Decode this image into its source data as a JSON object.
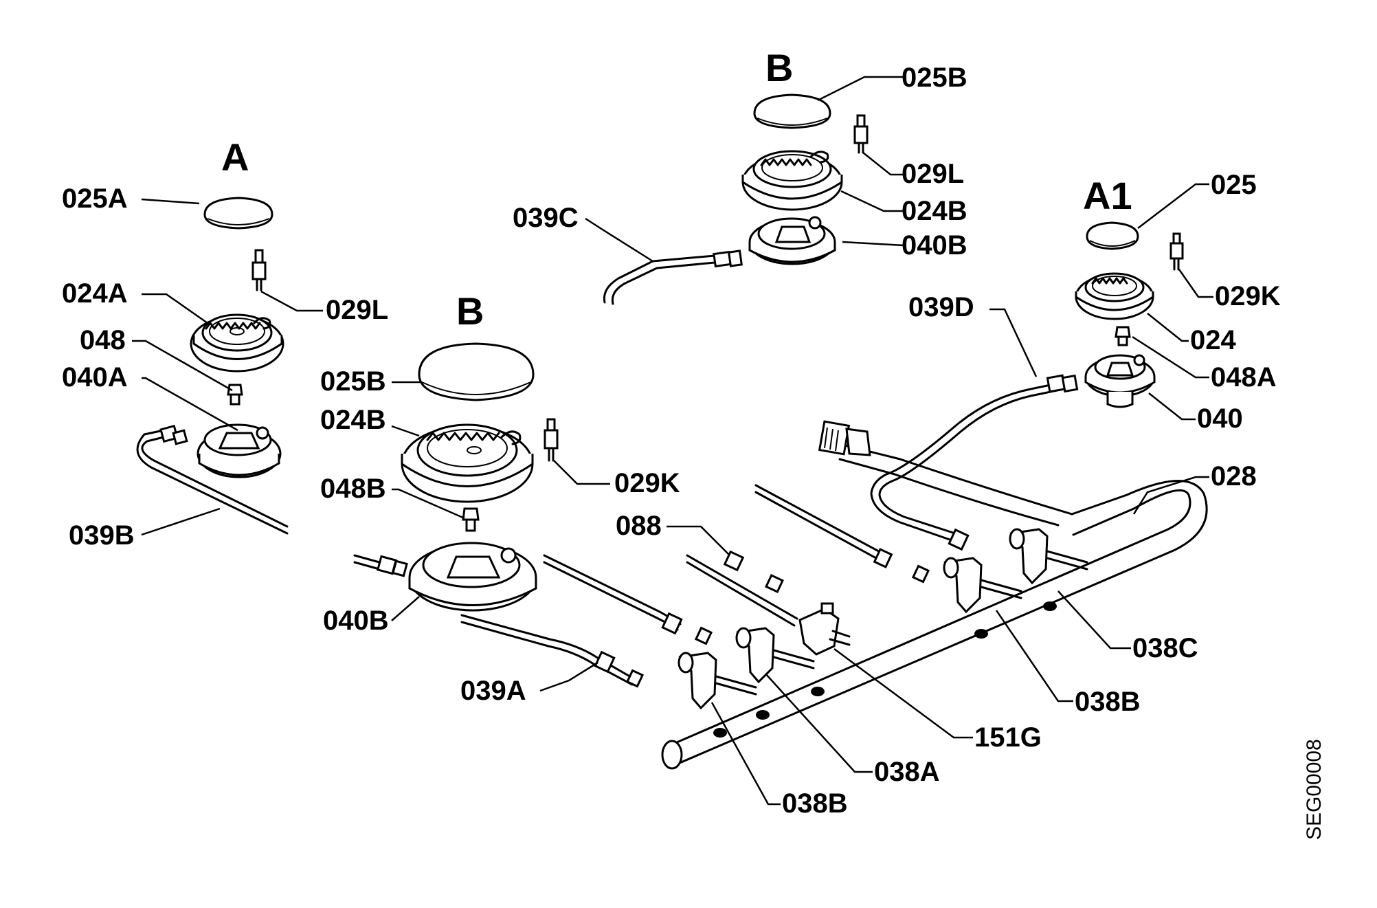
{
  "diagram": {
    "groups": {
      "a": "A",
      "b_left": "B",
      "b_top": "B",
      "a1": "A1"
    },
    "parts": {
      "p025a": "025A",
      "p024a": "024A",
      "p048": "048",
      "p040a": "040A",
      "p039b": "039B",
      "p029l_left": "029L",
      "p025b_mid": "025B",
      "p024b_mid": "024B",
      "p048b": "048B",
      "p040b_mid": "040B",
      "p029k_mid": "029K",
      "p039a": "039A",
      "p088": "088",
      "p039c": "039C",
      "p025b_top": "025B",
      "p029l_top": "029L",
      "p024b_top": "024B",
      "p040b_top": "040B",
      "p039d": "039D",
      "p025": "025",
      "p029k_right": "029K",
      "p024": "024",
      "p048a": "048A",
      "p040": "040",
      "p028": "028",
      "p038c": "038C",
      "p038b_right": "038B",
      "p151g": "151G",
      "p038a": "038A",
      "p038b_bottom": "038B"
    },
    "drawing_code": "SEG00008"
  }
}
